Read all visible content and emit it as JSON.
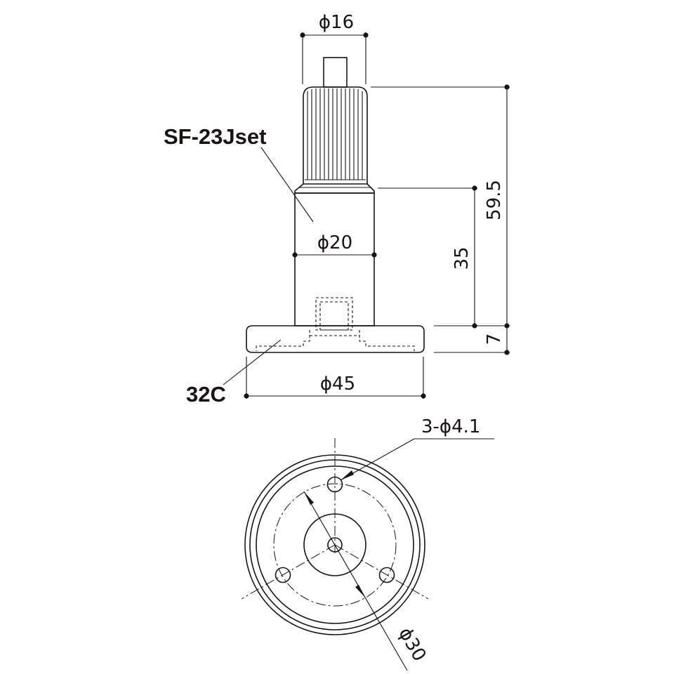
{
  "labels": {
    "part_top": "SF-23Jset",
    "part_base": "32C"
  },
  "dimensions": {
    "phi16": "ϕ16",
    "phi20": "ϕ20",
    "phi45": "ϕ45",
    "height_595": "59.5",
    "height_35": "35",
    "height_7": "7",
    "holes": "3-ϕ4.1",
    "phi30": "ϕ30"
  },
  "colors": {
    "ink": "#1a1311",
    "background": "#ffffff"
  }
}
